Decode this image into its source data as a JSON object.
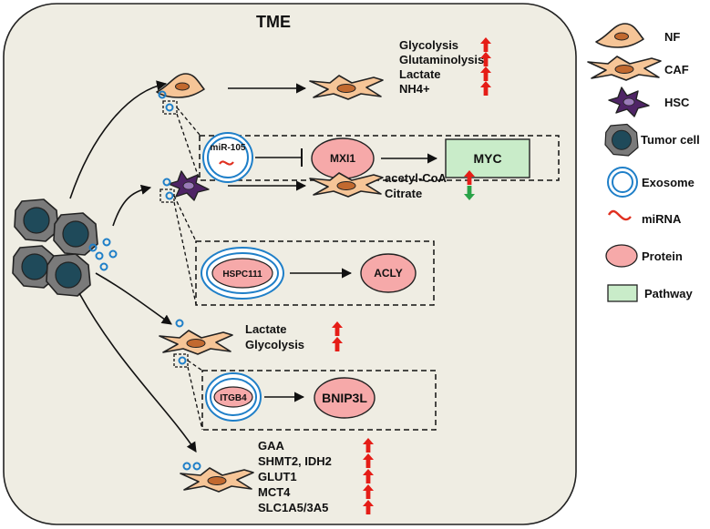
{
  "title": "TME",
  "colors": {
    "panel_fill": "#efede3",
    "cell_fill": "#f6c597",
    "nucleus": "#c2692f",
    "hsc_fill": "#4f2466",
    "tumor_outer": "#7a7a7a",
    "tumor_nucleus": "#1f4a5a",
    "exosome": "#1f7fc8",
    "mirna": "#e03020",
    "protein_fill": "#f6a9a9",
    "pathway_fill": "#c9ecc9",
    "up_arrow": "#e51d17",
    "down_arrow": "#2aa348"
  },
  "legend": [
    {
      "icon": "nf-icon",
      "label": "NF"
    },
    {
      "icon": "caf-icon",
      "label": "CAF"
    },
    {
      "icon": "hsc-icon",
      "label": "HSC"
    },
    {
      "icon": "tumor-cell-icon",
      "label": "Tumor cell"
    },
    {
      "icon": "exosome-icon",
      "label": "Exosome"
    },
    {
      "icon": "mirna-icon",
      "label": "miRNA"
    },
    {
      "icon": "protein-icon",
      "label": "Protein"
    },
    {
      "icon": "pathway-icon",
      "label": "Pathway"
    }
  ],
  "block1": {
    "effects": [
      {
        "label": "Glycolysis",
        "direction": "up"
      },
      {
        "label": "Glutaminolysis",
        "direction": "up"
      },
      {
        "label": "Lactate",
        "direction": "up"
      },
      {
        "label": "NH4+",
        "direction": "up"
      }
    ],
    "mirna_label": "miR-105",
    "protein_label": "MXI1",
    "pathway_label": "MYC"
  },
  "block2": {
    "effects": [
      {
        "label": "acetyl-CoA",
        "direction": "up"
      },
      {
        "label": "Citrate",
        "direction": "down"
      }
    ],
    "exosome_protein": "HSPC111",
    "target_protein": "ACLY"
  },
  "block3": {
    "effects": [
      {
        "label": "Lactate",
        "direction": "up"
      },
      {
        "label": "Glycolysis",
        "direction": "up"
      }
    ],
    "exosome_protein": "ITGB4",
    "target_protein": "BNIP3L"
  },
  "block4": {
    "effects": [
      {
        "label": "GAA",
        "direction": "up"
      },
      {
        "label": "SHMT2, IDH2",
        "direction": "up"
      },
      {
        "label": "GLUT1",
        "direction": "up"
      },
      {
        "label": "MCT4",
        "direction": "up"
      },
      {
        "label": "SLC1A5/3A5",
        "direction": "up"
      }
    ]
  }
}
